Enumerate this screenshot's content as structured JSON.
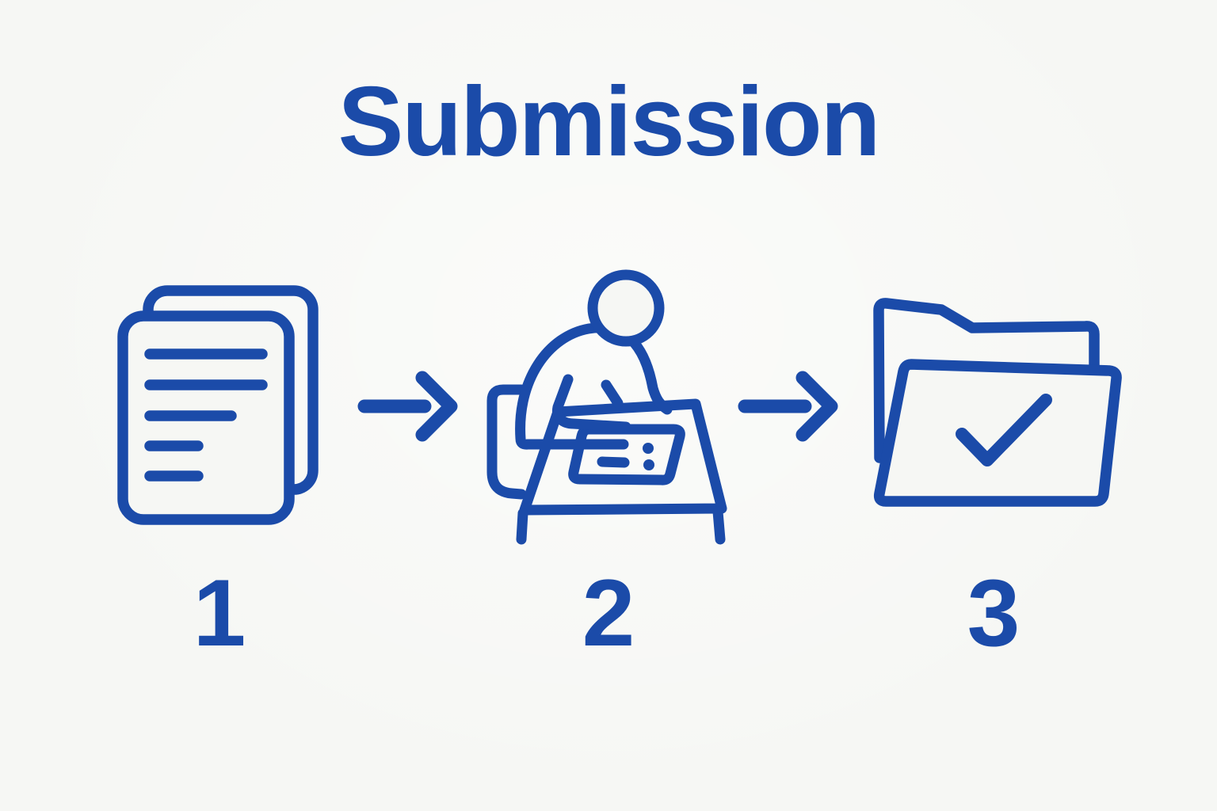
{
  "title": "Submission",
  "colors": {
    "accent": "#1b4ba9",
    "background": "#f6f7f4"
  },
  "flow": {
    "connector_icon": "arrow-right-icon",
    "steps": [
      {
        "number": "1",
        "icon": "documents-icon"
      },
      {
        "number": "2",
        "icon": "person-writing-icon"
      },
      {
        "number": "3",
        "icon": "folder-check-icon"
      }
    ]
  }
}
